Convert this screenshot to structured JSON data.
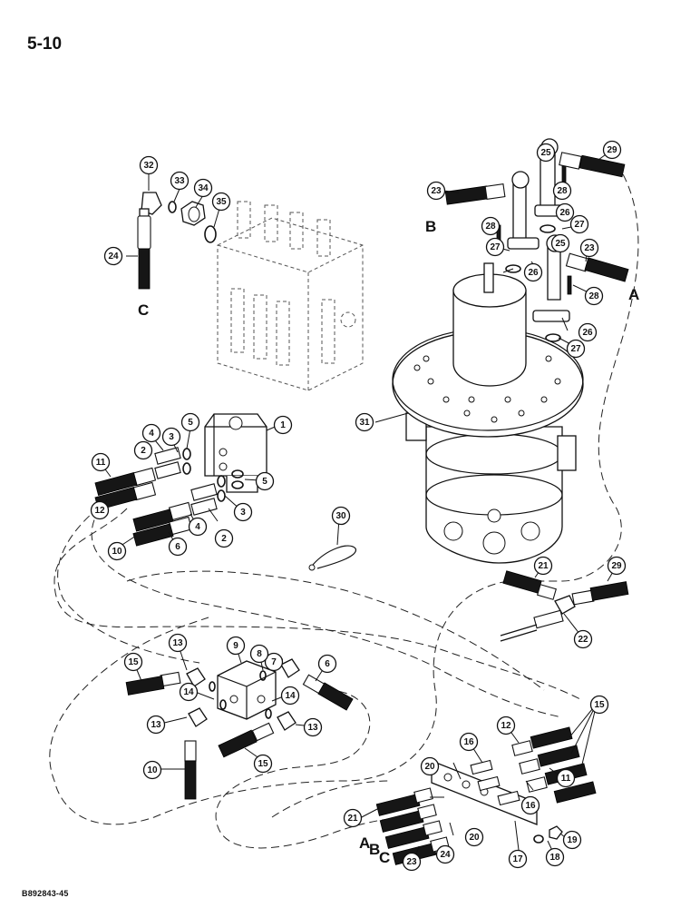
{
  "header": {
    "page_number": "5-10"
  },
  "footer": {
    "figure_code": "B892843-45"
  },
  "callouts": [
    {
      "id": "c1",
      "label": "1"
    },
    {
      "id": "c2a",
      "label": "2"
    },
    {
      "id": "c2b",
      "label": "2"
    },
    {
      "id": "c3a",
      "label": "3"
    },
    {
      "id": "c3b",
      "label": "3"
    },
    {
      "id": "c4a",
      "label": "4"
    },
    {
      "id": "c4b",
      "label": "4"
    },
    {
      "id": "c5a",
      "label": "5"
    },
    {
      "id": "c5b",
      "label": "5"
    },
    {
      "id": "c6a",
      "label": "6"
    },
    {
      "id": "c6b",
      "label": "6"
    },
    {
      "id": "c7",
      "label": "7"
    },
    {
      "id": "c8",
      "label": "8"
    },
    {
      "id": "c9",
      "label": "9"
    },
    {
      "id": "c10a",
      "label": "10"
    },
    {
      "id": "c10b",
      "label": "10"
    },
    {
      "id": "c11a",
      "label": "11"
    },
    {
      "id": "c11b",
      "label": "11"
    },
    {
      "id": "c12a",
      "label": "12"
    },
    {
      "id": "c12b",
      "label": "12"
    },
    {
      "id": "c13a",
      "label": "13"
    },
    {
      "id": "c13b",
      "label": "13"
    },
    {
      "id": "c13c",
      "label": "13"
    },
    {
      "id": "c14a",
      "label": "14"
    },
    {
      "id": "c14b",
      "label": "14"
    },
    {
      "id": "c15a",
      "label": "15"
    },
    {
      "id": "c15b",
      "label": "15"
    },
    {
      "id": "c15c",
      "label": "15"
    },
    {
      "id": "c16a",
      "label": "16"
    },
    {
      "id": "c16b",
      "label": "16"
    },
    {
      "id": "c17",
      "label": "17"
    },
    {
      "id": "c18",
      "label": "18"
    },
    {
      "id": "c19",
      "label": "19"
    },
    {
      "id": "c20a",
      "label": "20"
    },
    {
      "id": "c20b",
      "label": "20"
    },
    {
      "id": "c21a",
      "label": "21"
    },
    {
      "id": "c21b",
      "label": "21"
    },
    {
      "id": "c22",
      "label": "22"
    },
    {
      "id": "c23a",
      "label": "23"
    },
    {
      "id": "c23b",
      "label": "23"
    },
    {
      "id": "c23c",
      "label": "23"
    },
    {
      "id": "c24a",
      "label": "24"
    },
    {
      "id": "c24b",
      "label": "24"
    },
    {
      "id": "c25a",
      "label": "25"
    },
    {
      "id": "c25b",
      "label": "25"
    },
    {
      "id": "c26a",
      "label": "26"
    },
    {
      "id": "c26b",
      "label": "26"
    },
    {
      "id": "c26c",
      "label": "26"
    },
    {
      "id": "c27a",
      "label": "27"
    },
    {
      "id": "c27b",
      "label": "27"
    },
    {
      "id": "c27c",
      "label": "27"
    },
    {
      "id": "c28a",
      "label": "28"
    },
    {
      "id": "c28b",
      "label": "28"
    },
    {
      "id": "c28c",
      "label": "28"
    },
    {
      "id": "c29a",
      "label": "29"
    },
    {
      "id": "c29b",
      "label": "29"
    },
    {
      "id": "c30",
      "label": "30"
    },
    {
      "id": "c31",
      "label": "31"
    },
    {
      "id": "c32",
      "label": "32"
    },
    {
      "id": "c33",
      "label": "33"
    },
    {
      "id": "c34",
      "label": "34"
    },
    {
      "id": "c35",
      "label": "35"
    }
  ],
  "port_letters": [
    {
      "id": "pB",
      "label": "B"
    },
    {
      "id": "pA",
      "label": "A"
    },
    {
      "id": "pC",
      "label": "C"
    },
    {
      "id": "pA2",
      "label": "A"
    },
    {
      "id": "pB2",
      "label": "B"
    },
    {
      "id": "pC2",
      "label": "C"
    }
  ]
}
